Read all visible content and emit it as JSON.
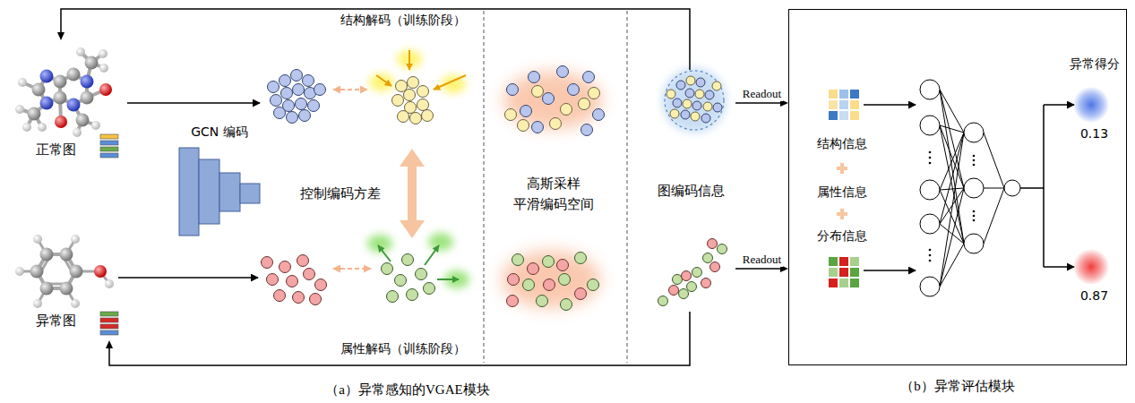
{
  "diagram": {
    "nodes": [
      {
        "text": [
          "正常图"
        ]
      },
      {
        "text": [
          "异常图"
        ]
      },
      {
        "text": [
          "GCN 编码"
        ]
      },
      {
        "text": [
          "图编码信息"
        ]
      },
      {
        "text": [
          "（b）异常评估模块"
        ]
      },
      {
        "text": [
          "0.13"
        ],
        "in": 4
      },
      {
        "text": [
          "0.87"
        ],
        "in": 4
      }
    ],
    "edges": [
      {
        "from": 3,
        "to": 0,
        "arrow": "to"
      },
      {
        "from": 3,
        "to": 1,
        "arrow": "to"
      },
      {
        "from": 3,
        "to": 4,
        "label": "Readout",
        "arrow": "to"
      },
      {
        "from": 3,
        "to": 4,
        "label": "Readout",
        "arrow": "to"
      }
    ],
    "labels": [
      "结构解码（训练阶段）",
      "控制编码方差",
      "高斯采样 平滑编码空间",
      "属性解码（训练阶段）",
      "异常得分",
      "结构信息",
      "属性信息",
      "分布信息",
      "（a）异常感知的VGAE模块"
    ]
  }
}
